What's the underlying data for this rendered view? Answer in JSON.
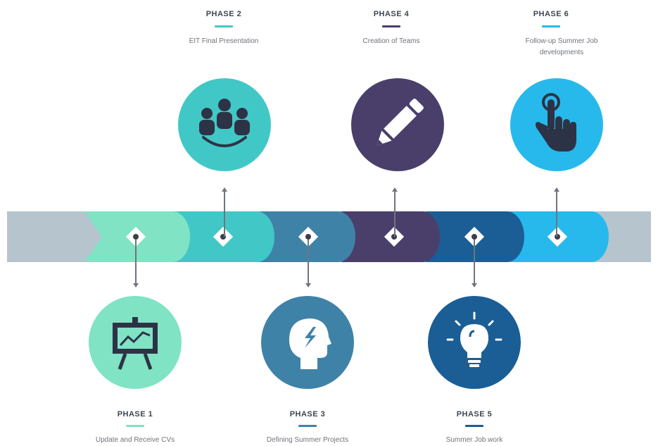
{
  "phases": [
    {
      "title": "PHASE 1",
      "desc": "Update and Receive CVs",
      "color": "#7fe3c4",
      "icon": "presentation-board-chart-icon"
    },
    {
      "title": "PHASE 2",
      "desc": "EIT Final Presentation",
      "color": "#41c8c6",
      "icon": "team-group-icon"
    },
    {
      "title": "PHASE 3",
      "desc": "Defining Summer Projects",
      "color": "#3f82a8",
      "icon": "head-idea-icon"
    },
    {
      "title": "PHASE 4",
      "desc": "Creation of Teams",
      "color": "#4a3f6b",
      "icon": "pencil-icon"
    },
    {
      "title": "PHASE 5",
      "desc": "Summer Job work",
      "color": "#1a5e95",
      "icon": "lightbulb-icon"
    },
    {
      "title": "PHASE 6",
      "desc": "Follow-up Summer Job developments",
      "color": "#27b9ec",
      "icon": "hand-pointer-icon"
    }
  ],
  "band_color": "#b6c4ce",
  "connector_color": "#6f7480",
  "title_color": "#3e4553",
  "desc_color": "#6e737a"
}
